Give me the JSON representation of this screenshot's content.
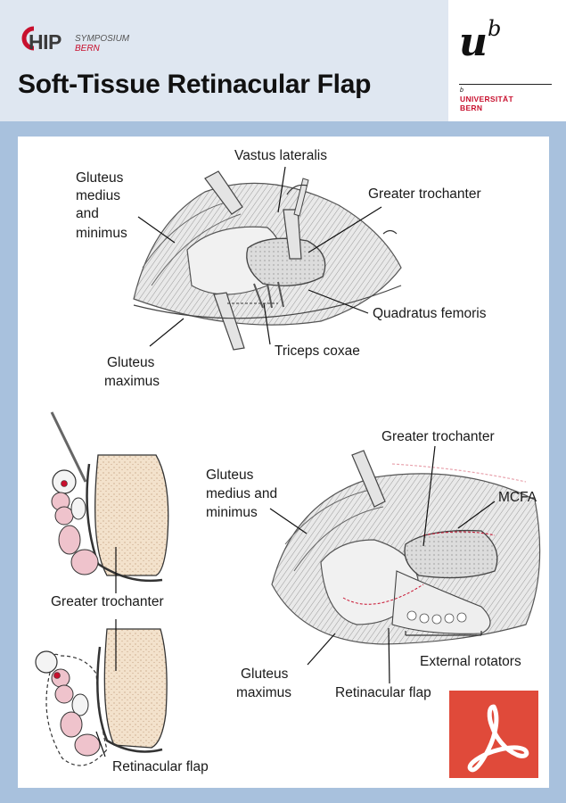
{
  "header": {
    "logo_hip": "HIP",
    "logo_symposium": "SYMPOSIUM",
    "logo_bern": "BERN",
    "title": "Soft-Tissue Retinacular Flap"
  },
  "university": {
    "logo_u": "u",
    "logo_b": "b",
    "small_b": "b",
    "name_line1": "UNIVERSITÄT",
    "name_line2": "BERN"
  },
  "diagram_top": {
    "label_vastus": "Vastus lateralis",
    "label_greater_trochanter": "Greater trochanter",
    "label_gluteus_medius_1": "Gluteus",
    "label_gluteus_medius_2": "medius",
    "label_gluteus_medius_3": "and",
    "label_gluteus_medius_4": "minimus",
    "label_quadratus": "Quadratus femoris",
    "label_triceps": "Triceps coxae",
    "label_gluteus_maximus_1": "Gluteus",
    "label_gluteus_maximus_2": "maximus"
  },
  "diagram_left": {
    "label_greater_trochanter": "Greater trochanter",
    "label_retinacular_flap": "Retinacular flap"
  },
  "diagram_right": {
    "label_greater_trochanter": "Greater trochanter",
    "label_mcfa": "MCFA",
    "label_gluteus_medius_1": "Gluteus",
    "label_gluteus_medius_2": "medius and",
    "label_gluteus_medius_3": "minimus",
    "label_external_rotators": "External rotators",
    "label_gluteus_maximus_1": "Gluteus",
    "label_gluteus_maximus_2": "maximus",
    "label_retinacular_flap": "Retinacular flap"
  },
  "pdf_icon": "pdf-icon",
  "colors": {
    "header_bg": "#dfe7f1",
    "frame_bg": "#a8c1dd",
    "accent_red": "#c8102e",
    "pdf_red": "#e04a3a",
    "bone_fill": "#f3e2cc",
    "muscle_pink": "#efc3cc"
  }
}
